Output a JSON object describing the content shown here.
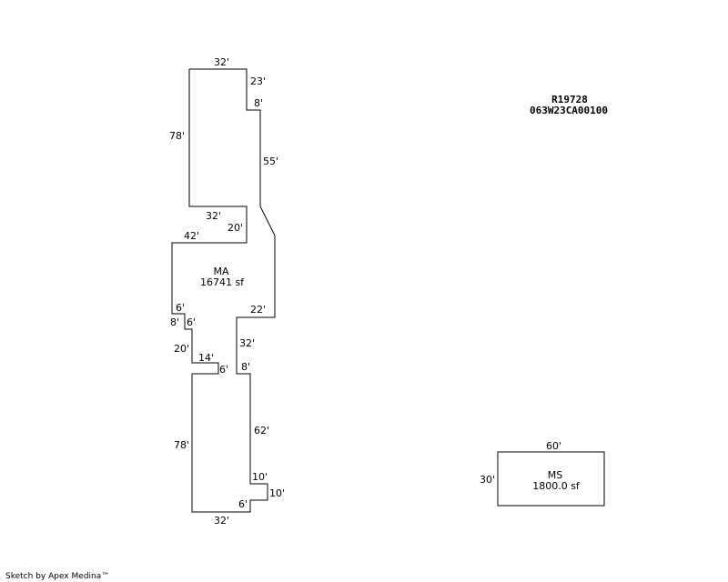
{
  "header": {
    "record_id": "R19728",
    "map_number": "063W23CA00100"
  },
  "main_area": {
    "code": "MA",
    "area": "16741 sf",
    "dimensions": [
      "32'",
      "23'",
      "8'",
      "55'",
      "78'",
      "32'",
      "20'",
      "42'",
      "22'",
      "6'",
      "8'",
      "6'",
      "32'",
      "20'",
      "14'",
      "6'",
      "8'",
      "78'",
      "62'",
      "10'",
      "10'",
      "6'",
      "32'"
    ]
  },
  "secondary_area": {
    "code": "MS",
    "area": "1800.0 sf",
    "dimensions": [
      "60'",
      "30'"
    ]
  },
  "footer": {
    "credit": "Sketch by Apex Medina™"
  }
}
